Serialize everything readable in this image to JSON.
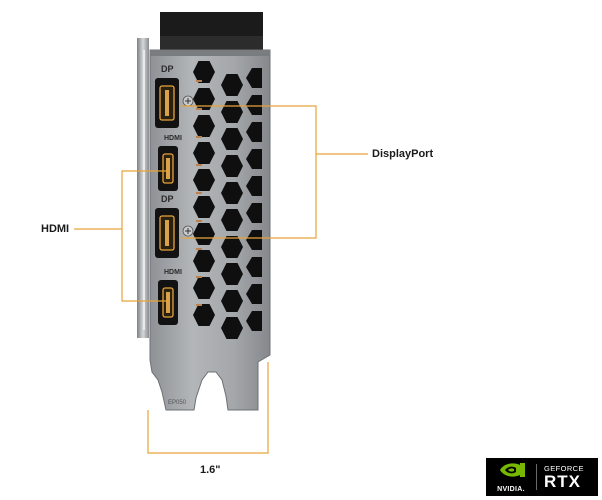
{
  "labels": {
    "displayport": "DisplayPort",
    "hdmi": "HDMI",
    "width": "1.6\""
  },
  "bracket_text": {
    "port1": "DP",
    "port2": "HDMI",
    "port3": "DP",
    "port4": "HDMI"
  },
  "badge": {
    "nvidia": "NVIDIA.",
    "geforce": "GEFORCE",
    "rtx": "RTX"
  },
  "colors": {
    "callout_line": "#e8a33a",
    "port_outline": "#e8a33a",
    "nvidia_green": "#76b900",
    "bracket": "#9ea1a4"
  },
  "icons": [
    "nvidia-eye-icon"
  ]
}
